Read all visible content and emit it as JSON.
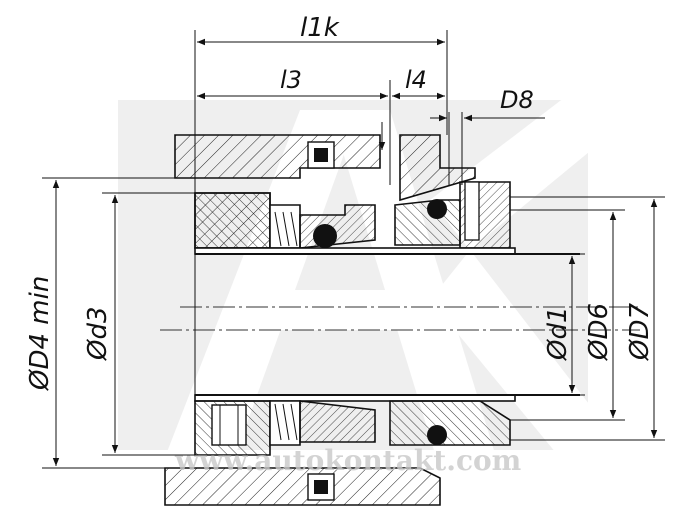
{
  "dimensions": {
    "l1k": "l1k",
    "l3": "l3",
    "l4": "l4",
    "D8": "D8",
    "D4min": "ØD4 min",
    "d3": "Ød3",
    "d1": "Ød1",
    "D6": "ØD6",
    "D7": "ØD7"
  },
  "watermark": {
    "text": "www.autokontakt.com",
    "logo": "AK"
  },
  "colors": {
    "line": "#111111",
    "watermark": "#d4d4d4",
    "background": "#ffffff"
  }
}
